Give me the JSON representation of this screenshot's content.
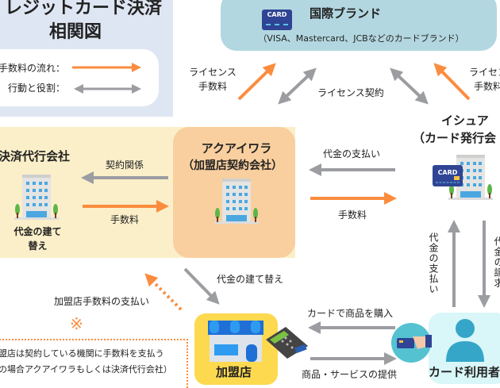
{
  "title": {
    "line1": "レジットカード決済",
    "line2": "相関図"
  },
  "legend": {
    "fee_flow": "手数料の流れ：",
    "action_role": "行動と役割："
  },
  "colors": {
    "fee": "#fb8c3e",
    "action": "#9c9da1",
    "brand_bg": "#b3d7e0",
    "band_bg": "#fbefc9",
    "acquirer_bg": "#f9cf9f",
    "merchant_bg": "#fdd94f",
    "user_bg": "#d9f6f8",
    "title_bg": "#dfe6f3"
  },
  "brand": {
    "title": "国際ブランド",
    "subtitle": "（VISA、Mastercard、JCBなどのカードブランド）",
    "card_label": "CARD"
  },
  "labels": {
    "license_fee_left": [
      "ライセンス",
      "手数料"
    ],
    "license_contract": "ライセンス契約",
    "license_fee_right": [
      "ライセン",
      "手数料"
    ],
    "contract_relation": "契約関係",
    "fee_left": "手数料",
    "payment_to_acquirer": "代金の支払い",
    "fee_right": "手数料",
    "payment_advance": "代金の建て替え",
    "merchant_fee_payment": "加盟店手数料の支払い",
    "note_mark": "※",
    "note_lines": [
      "盟店は契約している機関に手数料を支払う",
      "の場合アクアイワラもしくは決済代行会社）"
    ],
    "buy_with_card": "カードで商品を購入",
    "provide_goods": "商品・サービスの提供",
    "user_payment": "代金の支払い",
    "billing": "代金の請求"
  },
  "entities": {
    "psp": {
      "title": "決済代行会社",
      "sub": [
        "代金の建て",
        "替え"
      ]
    },
    "acquirer": {
      "title": "アクアイワラ",
      "sub": "（加盟店契約会社）"
    },
    "issuer": {
      "title": "イシュア",
      "sub": "（カード発行会"
    },
    "merchant": {
      "title": "加盟店"
    },
    "user": {
      "title": "カード利用者"
    }
  }
}
